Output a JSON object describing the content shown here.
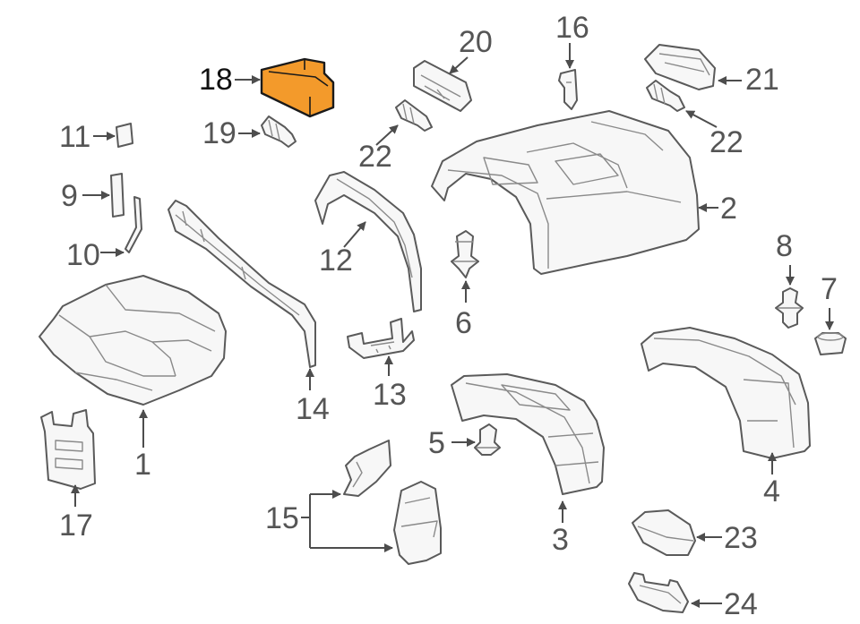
{
  "callouts": {
    "c1": "1",
    "c2": "2",
    "c3": "3",
    "c4": "4",
    "c5": "5",
    "c6": "6",
    "c7": "7",
    "c8": "8",
    "c9": "9",
    "c10": "10",
    "c11": "11",
    "c12": "12",
    "c13": "13",
    "c14": "14",
    "c15": "15",
    "c16": "16",
    "c17": "17",
    "c18": "18",
    "c19": "19",
    "c20": "20",
    "c21": "21",
    "c22a": "22",
    "c22b": "22",
    "c23": "23",
    "c24": "24"
  },
  "colors": {
    "highlight": "#f39a2b",
    "line": "#5a5a5a",
    "text": "#555555"
  },
  "highlighted_part": "18"
}
